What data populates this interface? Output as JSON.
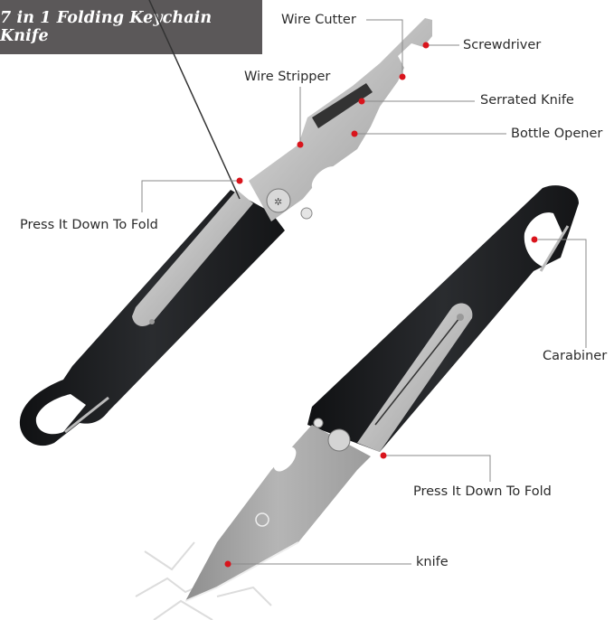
{
  "title": "7 in 1 Folding Keychain Knife",
  "colors": {
    "banner_bg": "#5b5859",
    "banner_text": "#ffffff",
    "callout_dot": "#d9141c",
    "leader_line": "#8a8a8a",
    "handle": "#1f2022",
    "steel": "#c9c9c9",
    "label_text": "#2b2b2b"
  },
  "callouts": [
    {
      "id": "wire-cutter",
      "label": "Wire Cutter",
      "tool": "top"
    },
    {
      "id": "screwdriver",
      "label": "Screwdriver",
      "tool": "top"
    },
    {
      "id": "wire-stripper",
      "label": "Wire Stripper",
      "tool": "top"
    },
    {
      "id": "serrated-knife",
      "label": "Serrated Knife",
      "tool": "top"
    },
    {
      "id": "bottle-opener",
      "label": "Bottle Opener",
      "tool": "top"
    },
    {
      "id": "press-fold-left",
      "label": "Press It Down To Fold",
      "tool": "left-knife"
    },
    {
      "id": "carabiner",
      "label": "Carabiner",
      "tool": "right-knife"
    },
    {
      "id": "press-fold-right",
      "label": "Press It Down To Fold",
      "tool": "right-knife"
    },
    {
      "id": "knife",
      "label": "knife",
      "tool": "right-knife"
    }
  ]
}
